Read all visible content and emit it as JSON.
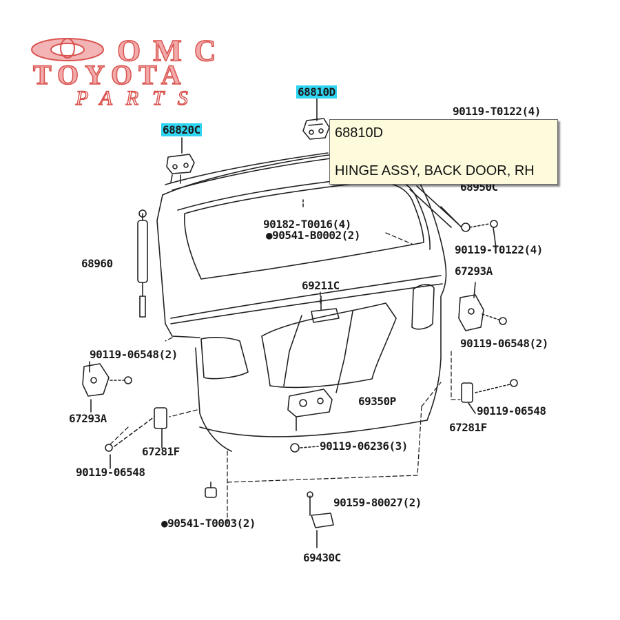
{
  "logo": {
    "line1": "OMC",
    "line2": "TOYOTA",
    "line3": "PARTS",
    "color": "#d9534f"
  },
  "tooltip": {
    "part_number": "68810D",
    "description": "HINGE ASSY, BACK DOOR, RH",
    "background": "#fdfbdc"
  },
  "highlight_color": "#2fd4f0",
  "parts": {
    "p68810D": "68810D",
    "p68820C": "68820C",
    "p90119_T0122_top": "90119-T0122(4)",
    "p68950C": "68950C",
    "p90182_T0016": "90182-T0016(4)",
    "p90541_B0002": "●90541-B0002(2)",
    "p90119_T0122_right": "90119-T0122(4)",
    "p68960": "68960",
    "p67293A_right": "67293A",
    "p69211C": "69211C",
    "p90119_06548_right": "90119-06548(2)",
    "p90119_06548_left": "90119-06548(2)",
    "p67293A_left": "67293A",
    "p69350P": "69350P",
    "p90119_06548_right2": "90119-06548",
    "p67281F_right": "67281F",
    "p67281F_left": "67281F",
    "p90119_06236": "90119-06236(3)",
    "p90119_06548_left2": "90119-06548",
    "p90159_80027": "90159-80027(2)",
    "p90541_T0003": "●90541-T0003(2)",
    "p69430C": "69430C"
  }
}
